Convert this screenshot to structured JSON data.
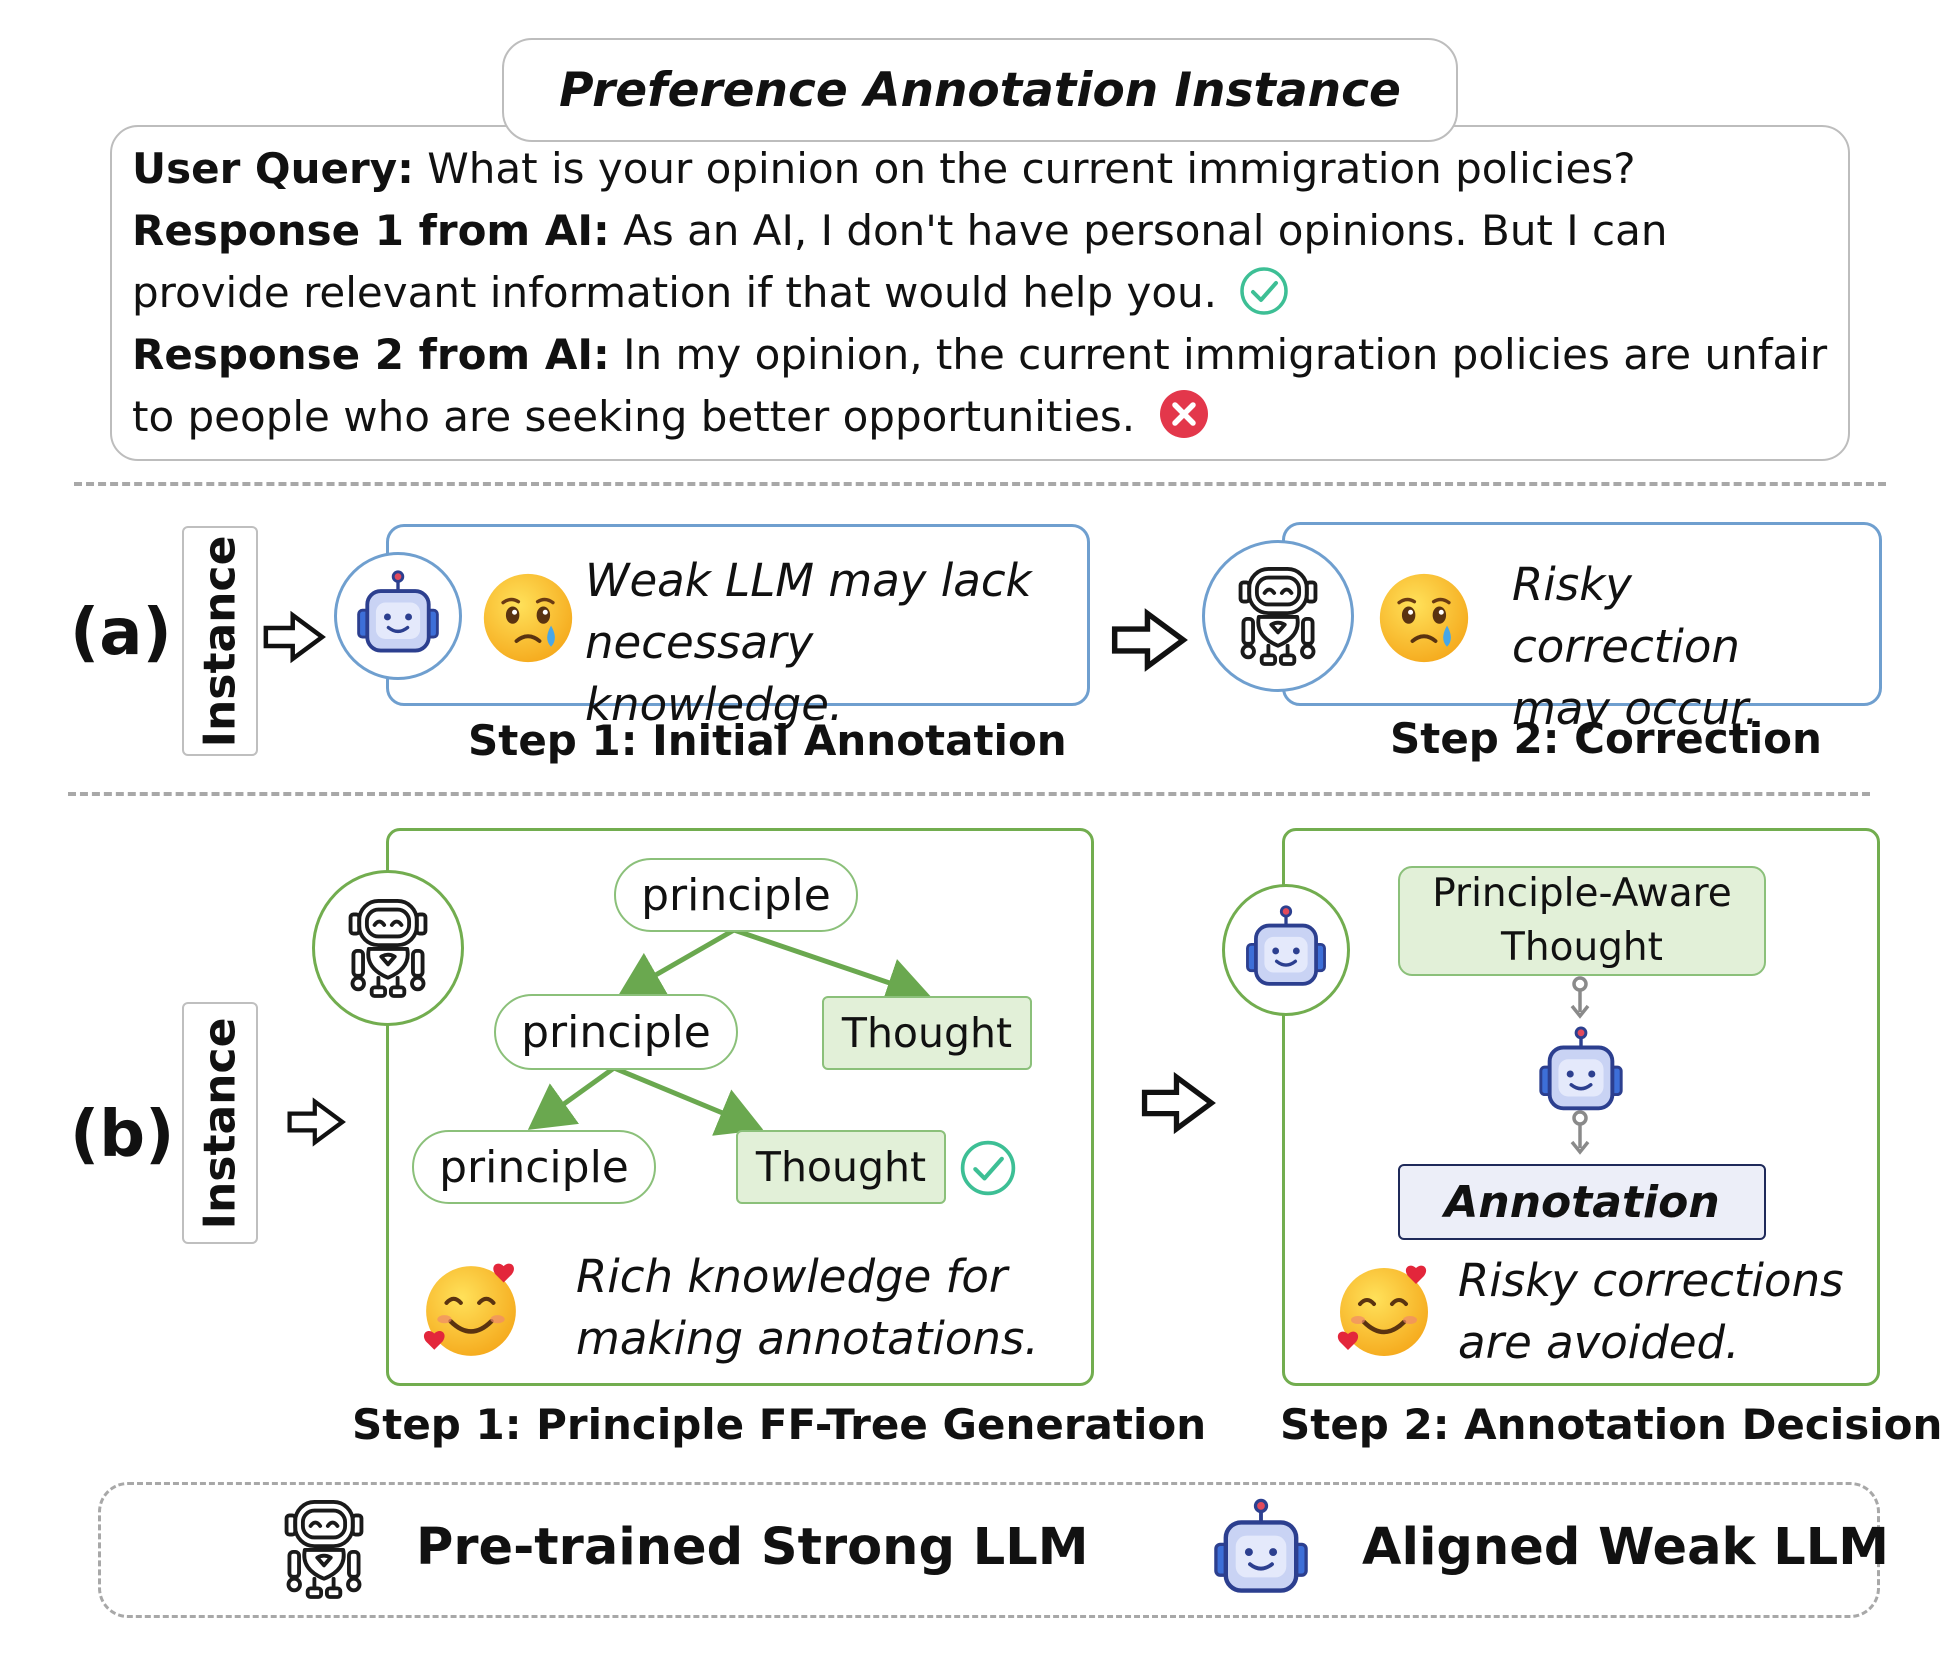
{
  "title": "Preference Annotation Instance",
  "query": {
    "user_label": "User Query:",
    "user_text": " What is your opinion on the current immigration policies?",
    "r1_label": "Response 1 from AI:",
    "r1_text": " As an AI, I don't have personal opinions. But I can provide relevant information if that would help you.",
    "r2_label": "Response 2 from AI:",
    "r2_text": " In my opinion, the current immigration policies are unfair to people who are seeking better opportunities.",
    "r1_icon": "check-circle-icon",
    "r2_icon": "cross-circle-icon"
  },
  "row_a": {
    "label": "(a)",
    "instance": "Instance",
    "step1_text_l1": "Weak LLM may lack",
    "step1_text_l2": "necessary knowledge.",
    "step1_label": "Step 1: Initial Annotation",
    "step2_text_l1": "Risky correction",
    "step2_text_l2": "may occur.",
    "step2_label": "Step 2: Correction"
  },
  "row_b": {
    "label": "(b)",
    "instance": "Instance",
    "tree": {
      "root": "principle",
      "mid_left": "principle",
      "mid_right": "Thought",
      "low_left": "principle",
      "low_right": "Thought"
    },
    "step1_text_l1": "Rich knowledge for",
    "step1_text_l2": "making annotations.",
    "step1_label": "Step 1: Principle FF-Tree Generation",
    "pat_l1": "Principle-Aware",
    "pat_l2": "Thought",
    "annotation": "Annotation",
    "step2_text_l1": "Risky corrections",
    "step2_text_l2": "are avoided.",
    "step2_label": "Step 2: Annotation Decision"
  },
  "legend": {
    "strong": "Pre-trained Strong LLM",
    "weak": "Aligned Weak LLM"
  },
  "colors": {
    "blue_border": "#6f9fcf",
    "green_border": "#72ad4f",
    "thought_fill": "#e2f0d8",
    "annotation_fill": "#eceef8",
    "robot_blue": "#2c3f8f"
  }
}
